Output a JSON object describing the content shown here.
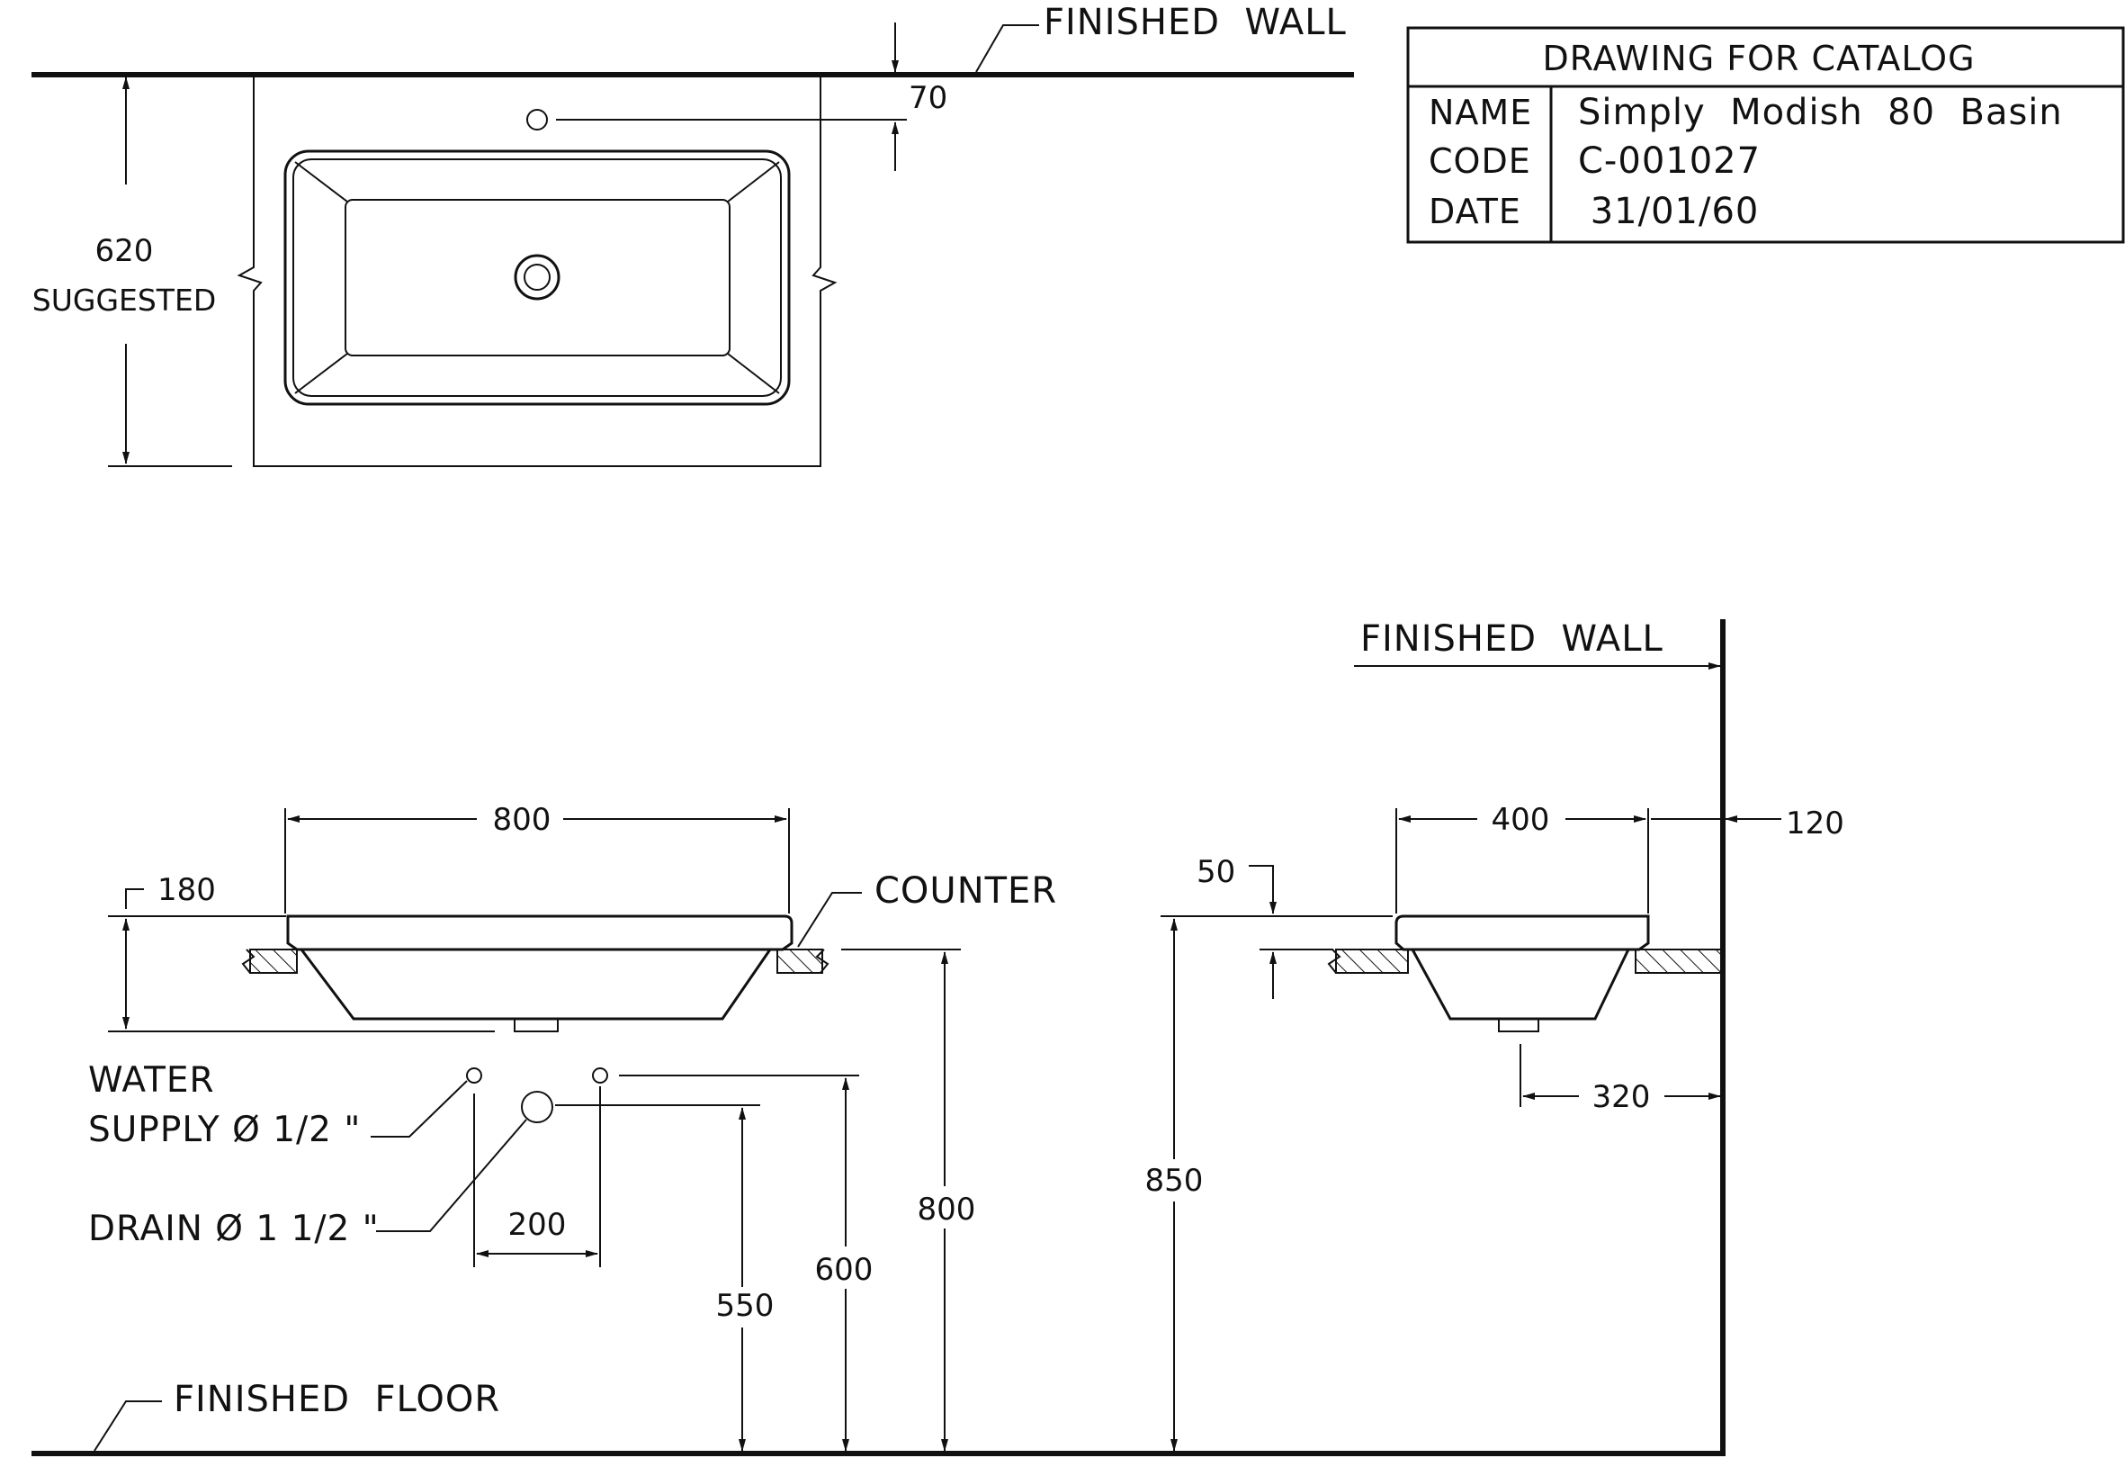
{
  "title_block": {
    "heading": "DRAWING FOR CATALOG",
    "rows": [
      {
        "label": "NAME",
        "value": "Simply  Modish  80  Basin"
      },
      {
        "label": "CODE",
        "value": "C-001027"
      },
      {
        "label": "DATE",
        "value": " 31/01/60"
      }
    ]
  },
  "labels": {
    "finished_wall": "FINISHED  WALL",
    "finished_floor": "FINISHED  FLOOR",
    "counter": "COUNTER",
    "suggested": "SUGGESTED",
    "water_supply_1": "WATER",
    "water_supply_2": "SUPPLY Ø 1/2 \"",
    "drain": "DRAIN Ø 1 1/2 \""
  },
  "dimensions": {
    "top_depth": "620",
    "tap_offset": "70",
    "front_width": "800",
    "front_height": "180",
    "supply_spacing": "200",
    "drain_height": "550",
    "supply_height": "600",
    "counter_height": "800",
    "side_depth": "400",
    "wall_gap": "120",
    "rim_height": "50",
    "side_counter_height": "850",
    "drain_from_wall": "320"
  }
}
